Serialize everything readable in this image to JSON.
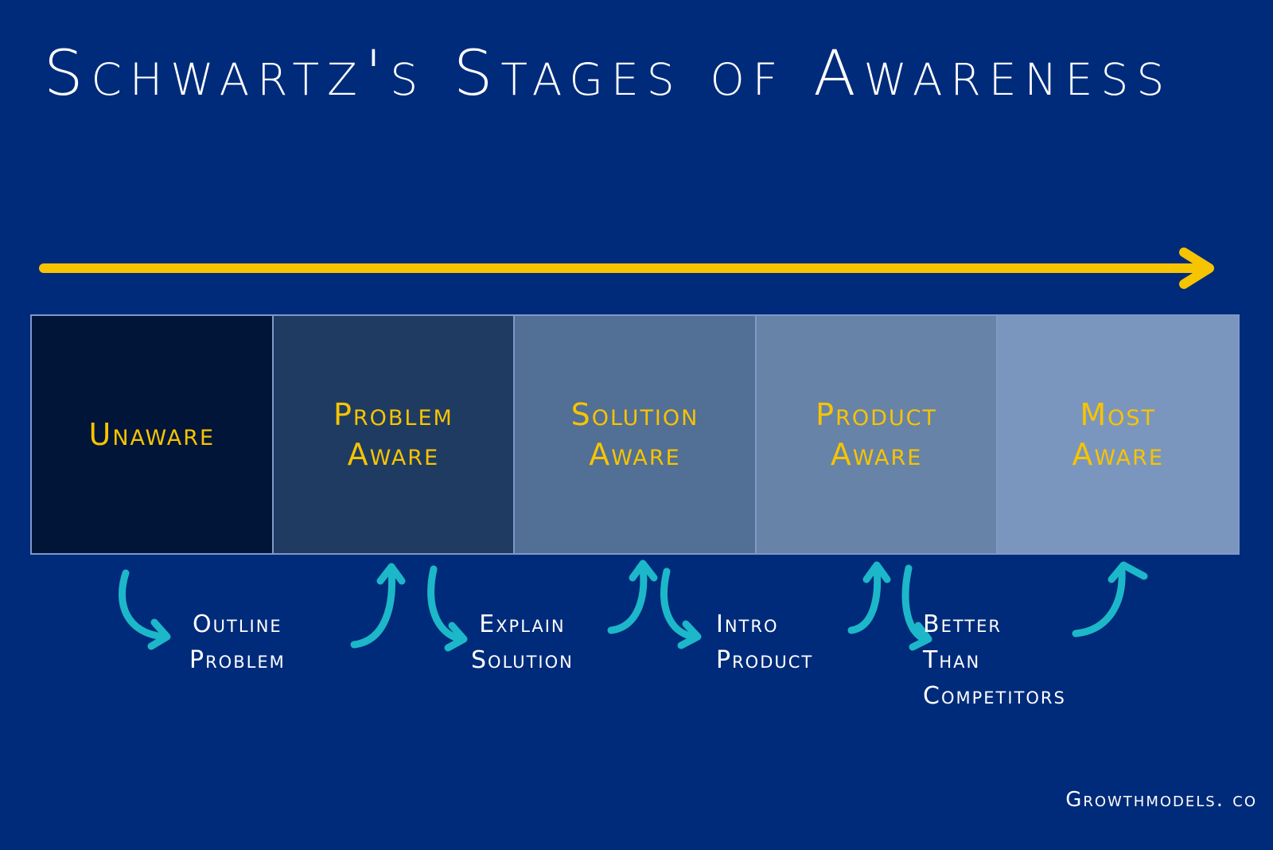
{
  "title": "Schwartz's Stages of Awareness",
  "colors": {
    "background": "#002b7a",
    "progress_arrow": "#f6c400",
    "stage_text": "#f6c400",
    "transition_arrows": "#1cb7c9",
    "label_text": "#ffffff"
  },
  "stages": [
    {
      "label": "Unaware",
      "color": "#001538"
    },
    {
      "label": "Problem\nAware",
      "color": "#1f3b61"
    },
    {
      "label": "Solution\nAware",
      "color": "#526f95"
    },
    {
      "label": "Product\nAware",
      "color": "#6783a8"
    },
    {
      "label": "Most\nAware",
      "color": "#7b96be"
    }
  ],
  "transitions": [
    {
      "label": "Outline\nProblem"
    },
    {
      "label": "Explain\nSolution"
    },
    {
      "label": "Intro\nProduct"
    },
    {
      "label": "Better\nThan\nCompetitors"
    }
  ],
  "footer": {
    "brand": "Growthmodels. co"
  }
}
